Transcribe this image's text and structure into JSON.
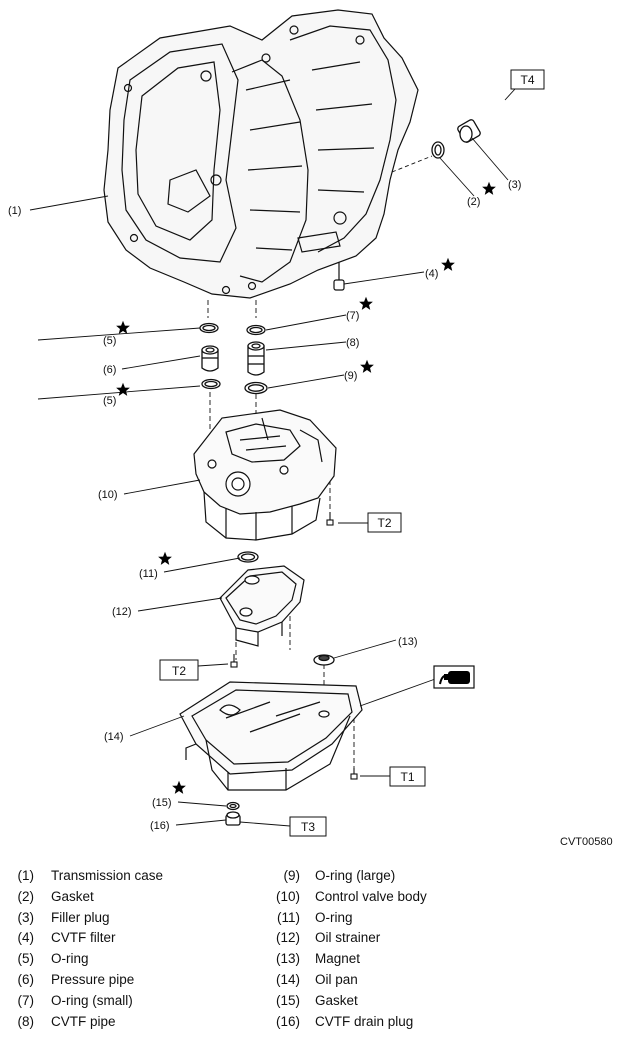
{
  "figure_code": "CVT00580",
  "callouts": {
    "c1": "(1)",
    "c2": "(2)",
    "c3": "(3)",
    "c4": "(4)",
    "c5a": "(5)",
    "c5b": "(5)",
    "c6": "(6)",
    "c7": "(7)",
    "c8": "(8)",
    "c9": "(9)",
    "c10": "(10)",
    "c11": "(11)",
    "c12": "(12)",
    "c13": "(13)",
    "c14": "(14)",
    "c15": "(15)",
    "c16": "(16)"
  },
  "torque_tags": {
    "t4": "T4",
    "t2a": "T2",
    "t2b": "T2",
    "t1": "T1",
    "t3": "T3"
  },
  "marker_icons": [
    "star-icon",
    "fluid-bottle-icon"
  ],
  "legend": {
    "left": [
      {
        "num": "(1)",
        "name": "Transmission case"
      },
      {
        "num": "(2)",
        "name": "Gasket"
      },
      {
        "num": "(3)",
        "name": "Filler plug"
      },
      {
        "num": "(4)",
        "name": "CVTF filter"
      },
      {
        "num": "(5)",
        "name": "O-ring"
      },
      {
        "num": "(6)",
        "name": "Pressure pipe"
      },
      {
        "num": "(7)",
        "name": "O-ring (small)"
      },
      {
        "num": "(8)",
        "name": "CVTF pipe"
      }
    ],
    "right": [
      {
        "num": "(9)",
        "name": "O-ring (large)"
      },
      {
        "num": "(10)",
        "name": "Control valve body"
      },
      {
        "num": "(11)",
        "name": "O-ring"
      },
      {
        "num": "(12)",
        "name": "Oil strainer"
      },
      {
        "num": "(13)",
        "name": "Magnet"
      },
      {
        "num": "(14)",
        "name": "Oil pan"
      },
      {
        "num": "(15)",
        "name": "Gasket"
      },
      {
        "num": "(16)",
        "name": "CVTF drain plug"
      }
    ]
  }
}
